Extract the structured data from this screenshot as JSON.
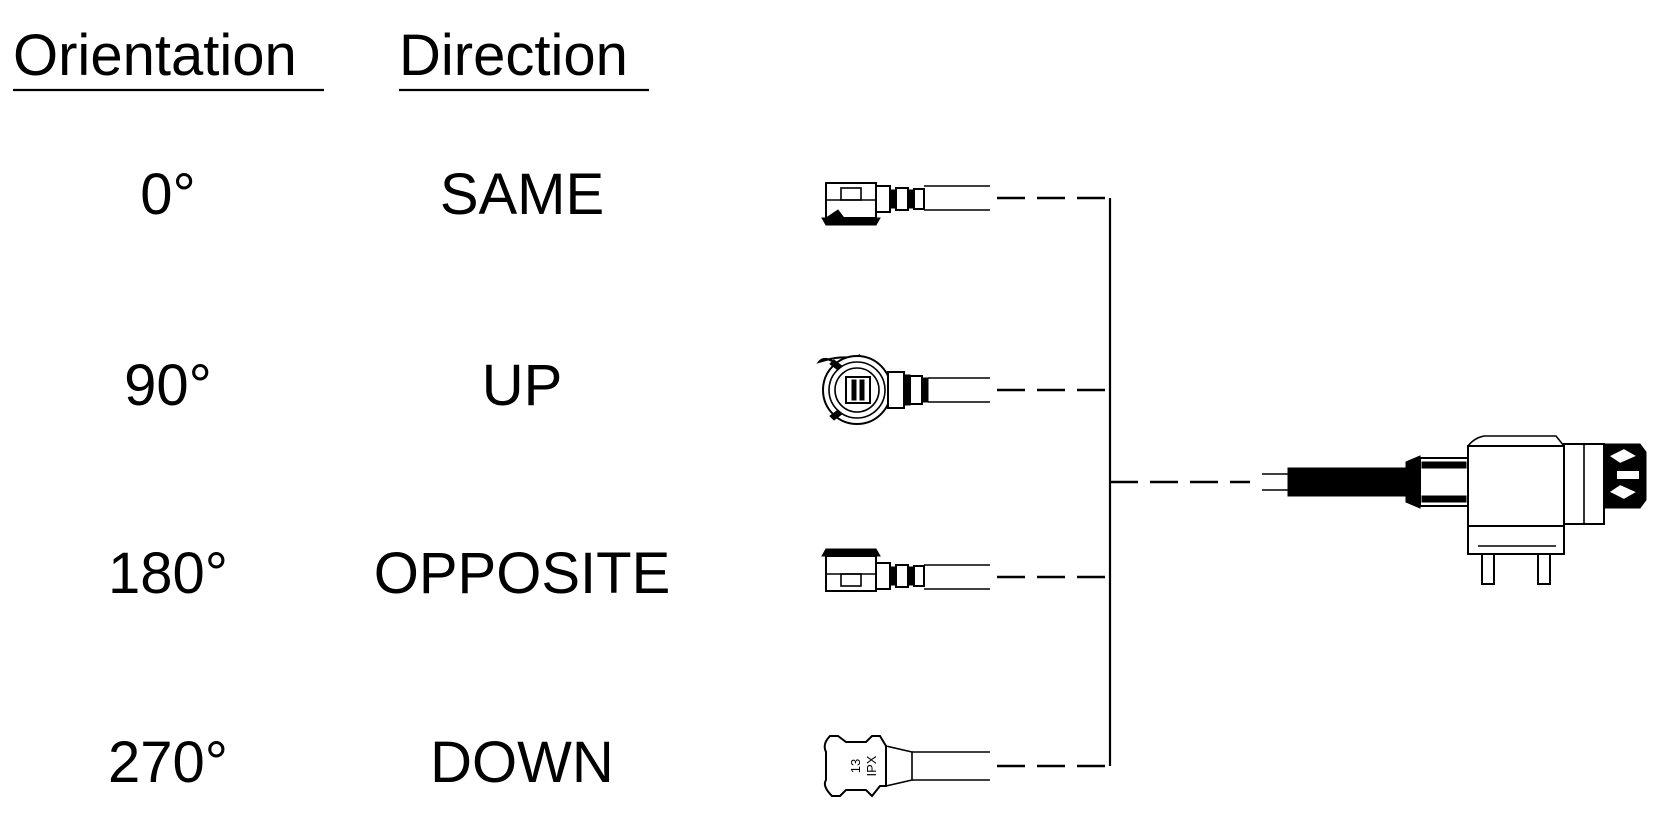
{
  "headers": {
    "orientation": "Orientation",
    "direction": "Direction"
  },
  "rows": [
    {
      "orientation": "0°",
      "direction": "SAME"
    },
    {
      "orientation": "90°",
      "direction": "UP"
    },
    {
      "orientation": "180°",
      "direction": "OPPOSITE"
    },
    {
      "orientation": "270°",
      "direction": "DOWN"
    }
  ],
  "connector_marking": {
    "number": "13",
    "brand": "IPX"
  }
}
